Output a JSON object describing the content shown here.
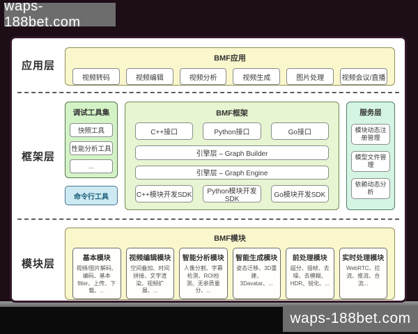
{
  "watermark": {
    "text": "waps-188bet.com"
  },
  "colors": {
    "bg-dark": "#1c0d17",
    "yellow": "#faf7cd",
    "green": "#d3f3c7",
    "bmf-green": "#e7f5d2",
    "mint": "#d5f5e4",
    "blue": "#cdeaf3",
    "wm-bg": "#6d6d6d"
  },
  "layers": {
    "application": {
      "label": "应用层",
      "group_title": "BMF应用",
      "items": [
        "视频转码",
        "视频编辑",
        "视频分析",
        "视频生成",
        "图片处理",
        "视频会议/直播"
      ]
    },
    "framework": {
      "label": "框架层",
      "debug_toolset": {
        "title": "调试工具集",
        "items": [
          "快照工具",
          "性能分析工具",
          "..."
        ]
      },
      "cli_tool": "命令行工具",
      "bmf_framework": {
        "title": "BMF框架",
        "interfaces": [
          "C++接口",
          "Python接口",
          "Go接口"
        ],
        "engine_layers": [
          "引擎层 – Graph Builder",
          "引擎层 – Graph Engine"
        ],
        "sdks": [
          "C++模块开发SDK",
          "Python模块开发SDK",
          "Go模块开发SDK"
        ]
      },
      "service_layer": {
        "title": "服务层",
        "items": [
          "模块动态注册管理",
          "模型文件管理",
          "依赖动态分析"
        ]
      }
    },
    "module": {
      "label": "模块层",
      "group_title": "BMF模块",
      "modules": [
        {
          "title": "基本模块",
          "desc": "视频/图片解码、编码、基本filter、上传、下载、..."
        },
        {
          "title": "视频编辑模块",
          "desc": "空间叠加、时间拼接、文字渲染、视频扩展、..."
        },
        {
          "title": "智能分析模块",
          "desc": "人像分割、字幕检测、ROI检测、无参质量分、..."
        },
        {
          "title": "智能生成模块",
          "desc": "姿态迁移、3D重建、3Davatar、..."
        },
        {
          "title": "前处理模块",
          "desc": "超分、插帧、去噪、去模糊、HDR、锐化、..."
        },
        {
          "title": "实时处理模块",
          "desc": "WebRTC、拉流、推流、合流..."
        }
      ]
    }
  }
}
